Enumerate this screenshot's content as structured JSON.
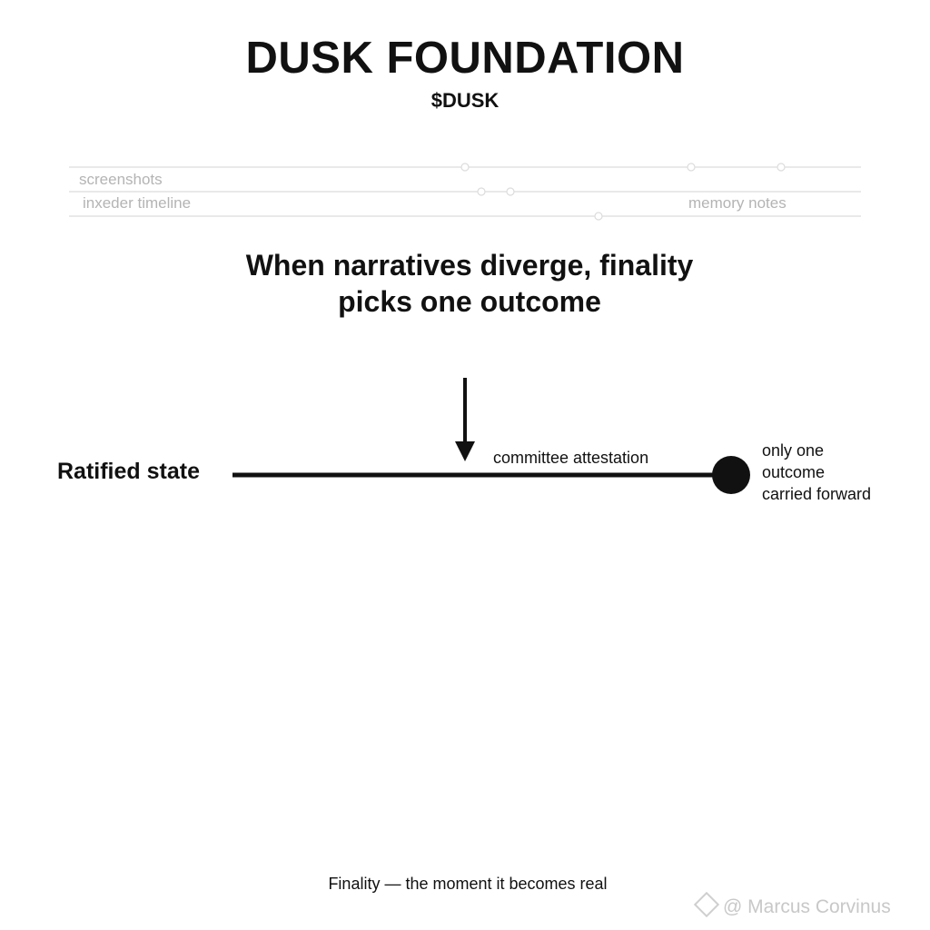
{
  "header": {
    "title": "DUSK FOUNDATION",
    "ticker": "$DUSK"
  },
  "background_timeline": {
    "label_screenshots": "screenshots",
    "label_timeline": "inxeder timeline",
    "label_memory": "memory notes"
  },
  "headline": {
    "line1": "When narratives diverge, finality",
    "line2": "picks one outcome"
  },
  "diagram": {
    "start_label": "Ratified state",
    "arrow_label": "committee attestation",
    "end_label_line1": "only one",
    "end_label_line2": "outcome",
    "end_label_line3": "carried forward"
  },
  "footer": {
    "caption": "Finality — the moment it becomes real",
    "watermark": "@ Marcus Corvinus"
  },
  "colors": {
    "ink": "#111111",
    "faint_line": "#dcdcdc",
    "faint_text": "#b4b4b4",
    "background": "#ffffff"
  }
}
